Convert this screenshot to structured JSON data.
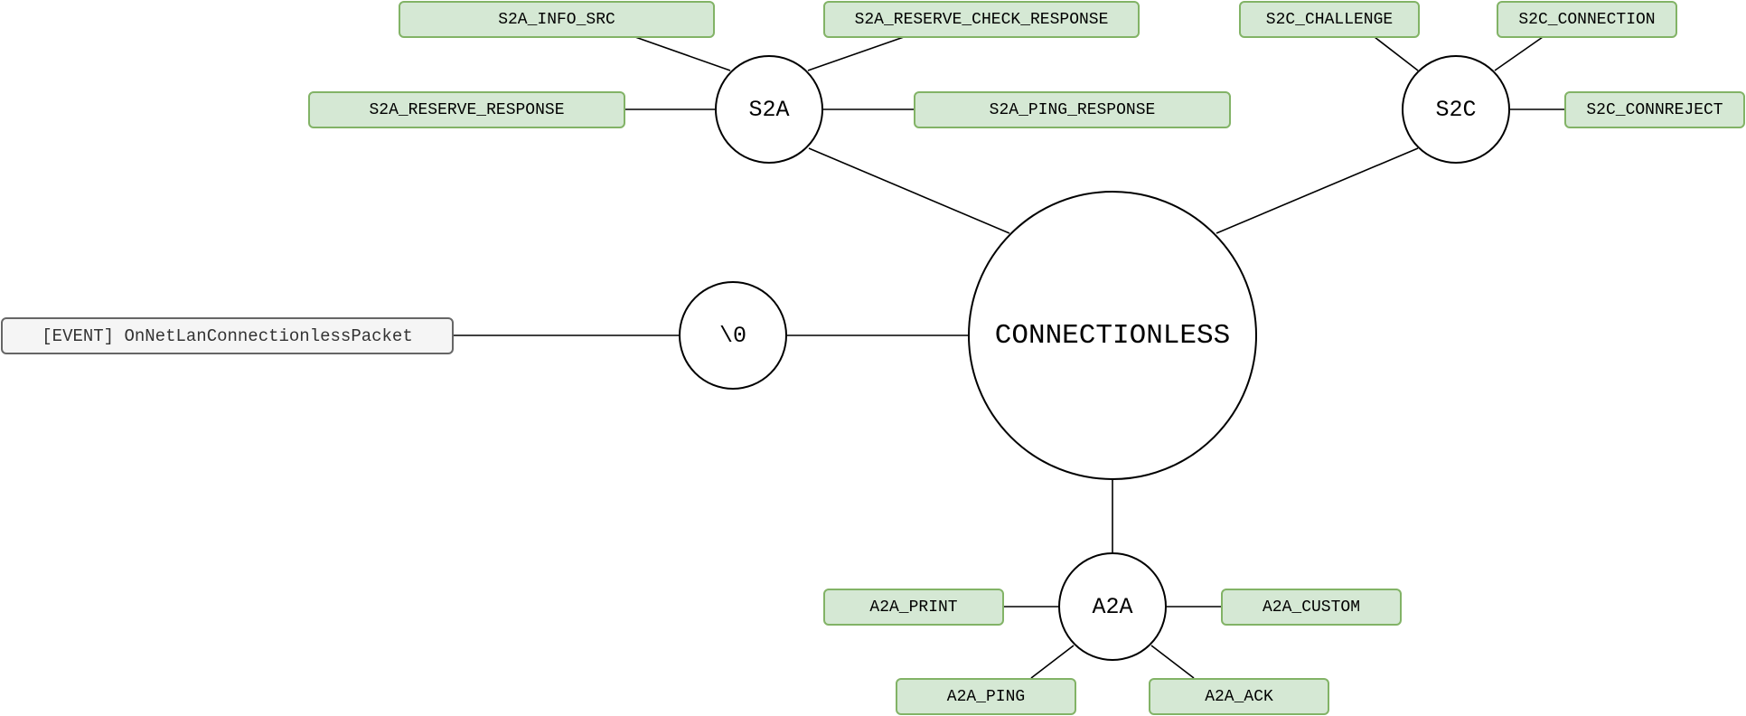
{
  "diagram": {
    "center": {
      "label": "CONNECTIONLESS"
    },
    "hubs": {
      "s2a": {
        "label": "S2A"
      },
      "s2c": {
        "label": "S2C"
      },
      "nul": {
        "label": "\\0"
      },
      "a2a": {
        "label": "A2A"
      }
    },
    "event": {
      "label": "[EVENT] OnNetLanConnectionlessPacket"
    },
    "s2a_packets": {
      "info_src": "S2A_INFO_SRC",
      "reserve_check_response": "S2A_RESERVE_CHECK_RESPONSE",
      "reserve_response": "S2A_RESERVE_RESPONSE",
      "ping_response": "S2A_PING_RESPONSE"
    },
    "s2c_packets": {
      "challenge": "S2C_CHALLENGE",
      "connection": "S2C_CONNECTION",
      "connreject": "S2C_CONNREJECT"
    },
    "a2a_packets": {
      "print": "A2A_PRINT",
      "custom": "A2A_CUSTOM",
      "ping": "A2A_PING",
      "ack": "A2A_ACK"
    },
    "colors": {
      "packet_fill": "#d5e8d4",
      "packet_border": "#82b366",
      "event_fill": "#f5f5f5",
      "event_border": "#666666",
      "event_text": "#333333",
      "line": "#000000"
    }
  }
}
